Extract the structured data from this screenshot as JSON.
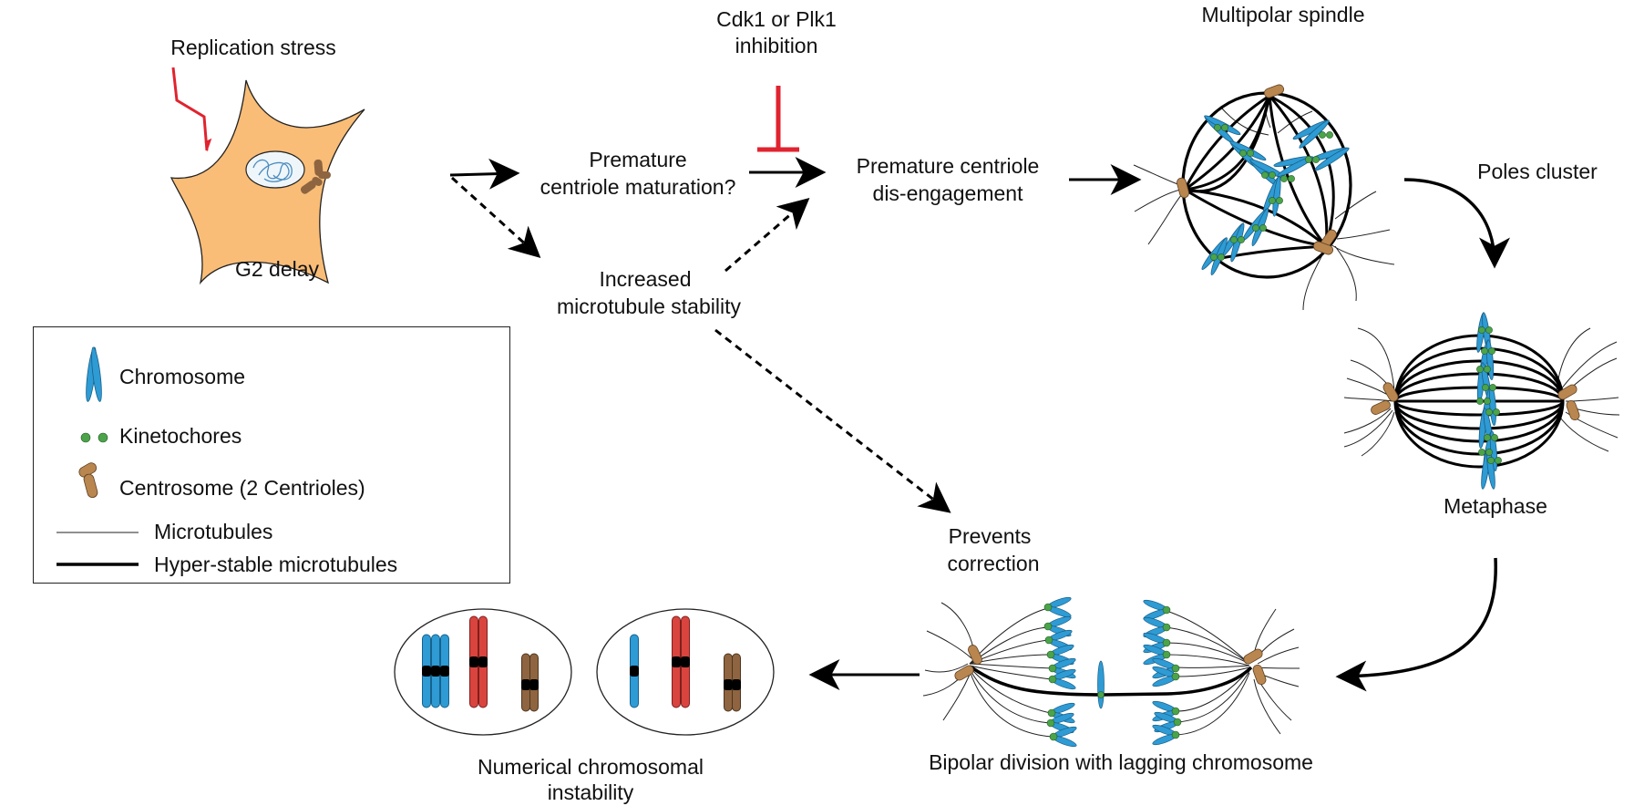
{
  "colors": {
    "cell_fill": "#f9bd77",
    "nucleus_fill": "#eef6fa",
    "dna": "#4a8bbf",
    "chromosome_blue": "#2e9bd4",
    "chromosome_red": "#d9443f",
    "chromosome_brown": "#8e6540",
    "kinetochore": "#4ba34a",
    "centriole": "#b98650",
    "inhibit_red": "#e0232e",
    "arrow": "#000000"
  },
  "labels": {
    "replication_stress": "Replication stress",
    "g2_delay": "G2 delay",
    "cdk_line1": "Cdk1 or Plk1",
    "cdk_line2": "inhibition",
    "premature_maturation_1": "Premature",
    "premature_maturation_2": "centriole maturation?",
    "disengagement_1": "Premature centriole",
    "disengagement_2": "dis-engagement",
    "increased_1": "Increased",
    "increased_2": "microtubule stability",
    "multipolar": "Multipolar spindle",
    "poles_cluster": "Poles cluster",
    "metaphase": "Metaphase",
    "prevents_1": "Prevents",
    "prevents_2": "correction",
    "bipolar": "Bipolar division with lagging chromosome",
    "cin_1": "Numerical chromosomal",
    "cin_2": "instability"
  },
  "legend": {
    "items": [
      {
        "icon": "chromosome-icon",
        "label": "Chromosome"
      },
      {
        "icon": "kinetochores-icon",
        "label": "Kinetochores"
      },
      {
        "icon": "centrosome-icon",
        "label": "Centrosome (2 Centrioles)"
      },
      {
        "icon": "microtubule-line-icon",
        "label": "Microtubules"
      },
      {
        "icon": "hyperstable-line-icon",
        "label": "Hyper-stable microtubules"
      }
    ]
  },
  "daughter_cells": [
    {
      "blue": 3,
      "red": 2,
      "brown": 2
    },
    {
      "blue": 1,
      "red": 2,
      "brown": 2
    }
  ]
}
